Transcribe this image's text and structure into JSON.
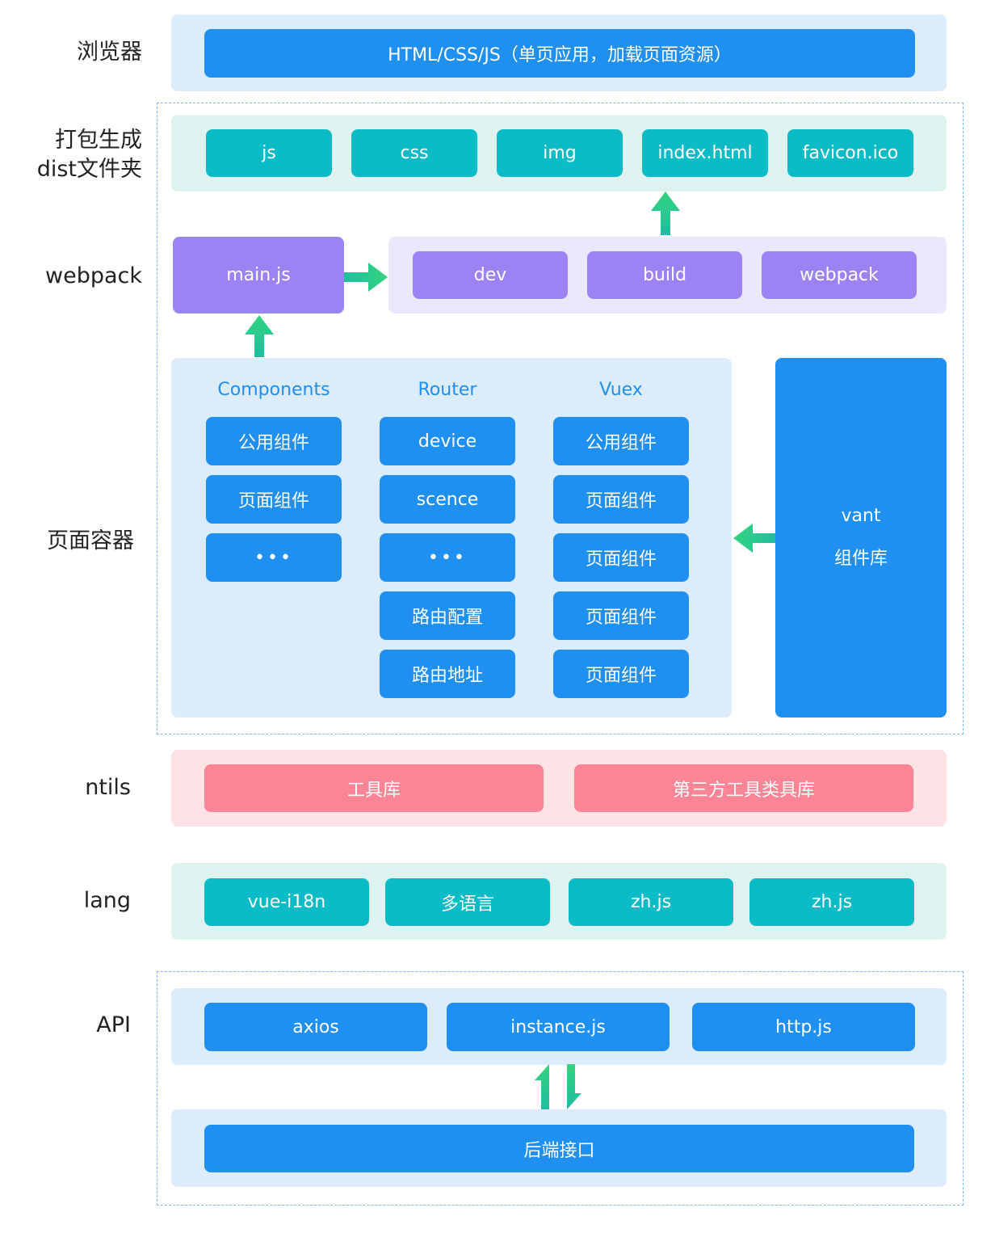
{
  "rows": {
    "browser": {
      "label": "浏览器",
      "box": "HTML/CSS/JS（单页应用，加载页面资源）"
    },
    "dist": {
      "label_line1": "打包生成",
      "label_line2": "dist文件夹",
      "items": [
        "js",
        "css",
        "img",
        "index.html",
        "favicon.ico"
      ]
    },
    "webpack": {
      "label": "webpack",
      "main": "main.js",
      "items": [
        "dev",
        "build",
        "webpack"
      ]
    },
    "page_container": {
      "label": "页面容器",
      "columns": [
        {
          "header": "Components",
          "items": [
            "公用组件",
            "页面组件",
            "•••"
          ]
        },
        {
          "header": "Router",
          "items": [
            "device",
            "scence",
            "•••",
            "路由配置",
            "路由地址"
          ]
        },
        {
          "header": "Vuex",
          "items": [
            "公用组件",
            "页面组件",
            "页面组件",
            "页面组件",
            "页面组件"
          ]
        }
      ],
      "vant_line1": "vant",
      "vant_line2": "组件库"
    },
    "utils": {
      "label": "ntils",
      "items": [
        "工具库",
        "第三方工具类具库"
      ]
    },
    "lang": {
      "label": "lang",
      "items": [
        "vue-i18n",
        "多语言",
        "zh.js",
        "zh.js"
      ]
    },
    "api": {
      "label": "API",
      "items": [
        "axios",
        "instance.js",
        "http.js"
      ],
      "backend": "后端接口"
    }
  },
  "colors": {
    "blue": "#1f8ff0",
    "teal": "#0bbbc6",
    "purple": "#9a84f4",
    "pink": "#fb8595",
    "arrow_green": "#2fd08a",
    "band_blue": "#dcecfb",
    "band_teal": "#def2f0",
    "band_purple": "#ebe8fb",
    "band_pink": "#fde3e6"
  }
}
